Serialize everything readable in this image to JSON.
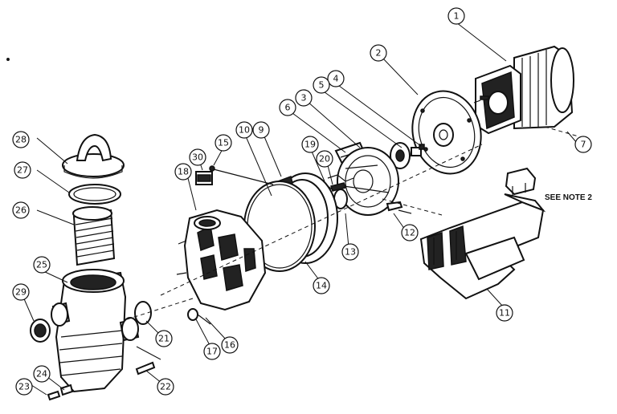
{
  "callouts": [
    {
      "id": "1",
      "label": "1"
    },
    {
      "id": "2",
      "label": "2"
    },
    {
      "id": "3",
      "label": "3"
    },
    {
      "id": "4",
      "label": "4"
    },
    {
      "id": "5",
      "label": "5"
    },
    {
      "id": "6",
      "label": "6"
    },
    {
      "id": "7",
      "label": "7"
    },
    {
      "id": "9",
      "label": "9"
    },
    {
      "id": "10",
      "label": "10"
    },
    {
      "id": "11",
      "label": "11"
    },
    {
      "id": "12",
      "label": "12"
    },
    {
      "id": "13",
      "label": "13"
    },
    {
      "id": "14",
      "label": "14"
    },
    {
      "id": "15",
      "label": "15"
    },
    {
      "id": "16",
      "label": "16"
    },
    {
      "id": "17",
      "label": "17"
    },
    {
      "id": "18",
      "label": "18"
    },
    {
      "id": "19",
      "label": "19"
    },
    {
      "id": "20",
      "label": "20"
    },
    {
      "id": "21",
      "label": "21"
    },
    {
      "id": "22",
      "label": "22"
    },
    {
      "id": "23",
      "label": "23"
    },
    {
      "id": "24",
      "label": "24"
    },
    {
      "id": "25",
      "label": "25"
    },
    {
      "id": "26",
      "label": "26"
    },
    {
      "id": "27",
      "label": "27"
    },
    {
      "id": "28",
      "label": "28"
    },
    {
      "id": "29",
      "label": "29"
    },
    {
      "id": "30",
      "label": "30"
    }
  ],
  "note": {
    "text": "SEE NOTE 2"
  }
}
